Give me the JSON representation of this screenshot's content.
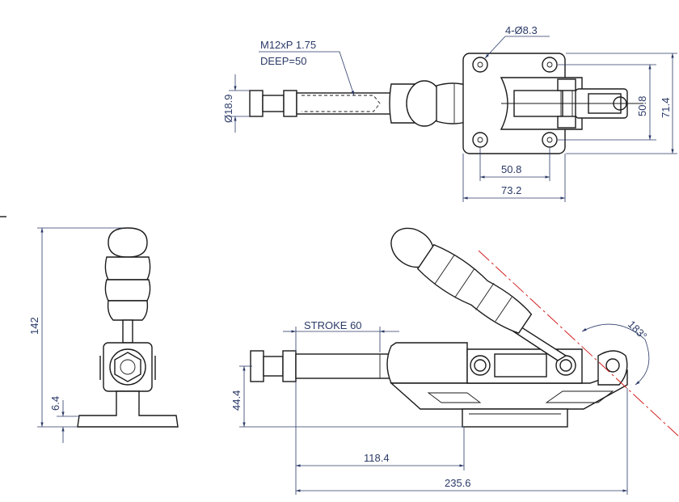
{
  "drawing": {
    "colors": {
      "line": "#1a1a1a",
      "dimension": "#2b3a67",
      "centerline": "#d42020"
    },
    "top_view": {
      "thread_note_line1": "M12xP 1.75",
      "thread_note_line2": "DEEP=50",
      "hole_note": "4-Ø8.3",
      "rod_diameter": "Ø18.9",
      "hole_spacing_vertical": "50.8",
      "base_height": "71.4",
      "hole_spacing_horizontal": "50.8",
      "base_width": "73.2"
    },
    "end_view": {
      "overall_height": "142",
      "base_thickness": "6.4"
    },
    "side_view": {
      "stroke": "STROKE 60",
      "rod_height": "44.4",
      "handle_swing": "183°",
      "to_base_edge": "118.4",
      "overall_length": "235.6"
    }
  }
}
